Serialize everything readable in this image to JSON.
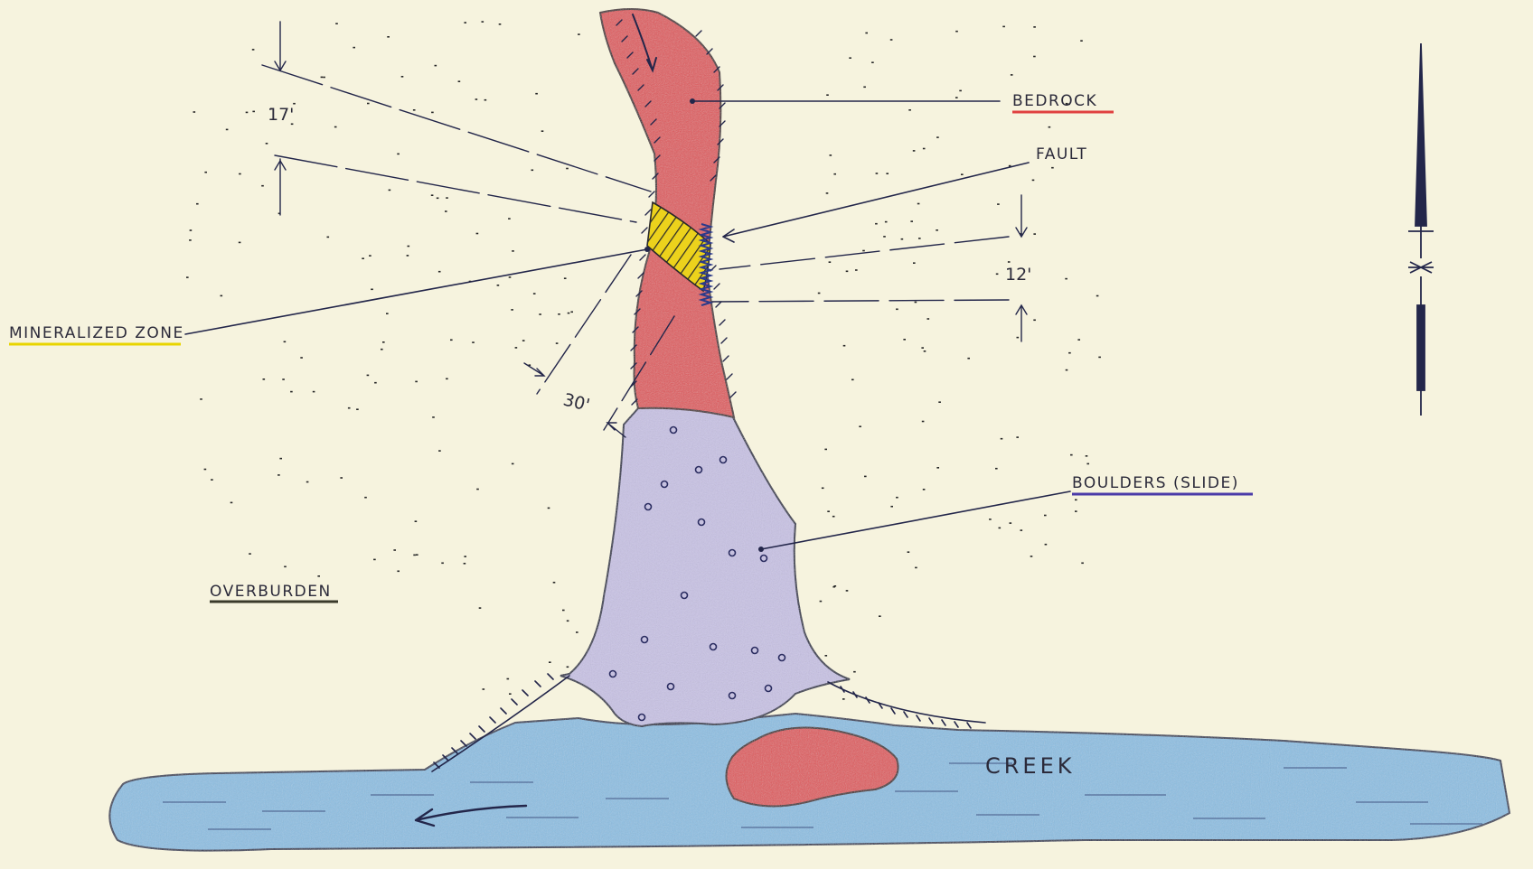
{
  "labels": {
    "bedrock": "BEDROCK",
    "fault": "FAULT",
    "mineralized_zone": "MINERALIZED ZONE",
    "boulders": "BOULDERS (SLIDE)",
    "overburden": "OVERBURDEN",
    "creek": "CREEK"
  },
  "dimensions": {
    "upper": "17'",
    "right": "12'",
    "slope": "30'"
  },
  "colors": {
    "paper": "#f6f3de",
    "bedrock": "#e0575a",
    "mineralized_zone": "#ecd21c",
    "boulders": "#c9c3e6",
    "creek": "#8cc0e4",
    "overburden_dots": "#262626",
    "ink": "#23264a",
    "bedrock_underline": "#e04040",
    "mineralized_underline": "#e8d400",
    "boulders_underline": "#4a3aa8",
    "overburden_underline": "#3a3a2a"
  },
  "icons": {
    "north_arrow": "north-arrow-icon",
    "flow_arrow": "flow-arrow-icon"
  }
}
